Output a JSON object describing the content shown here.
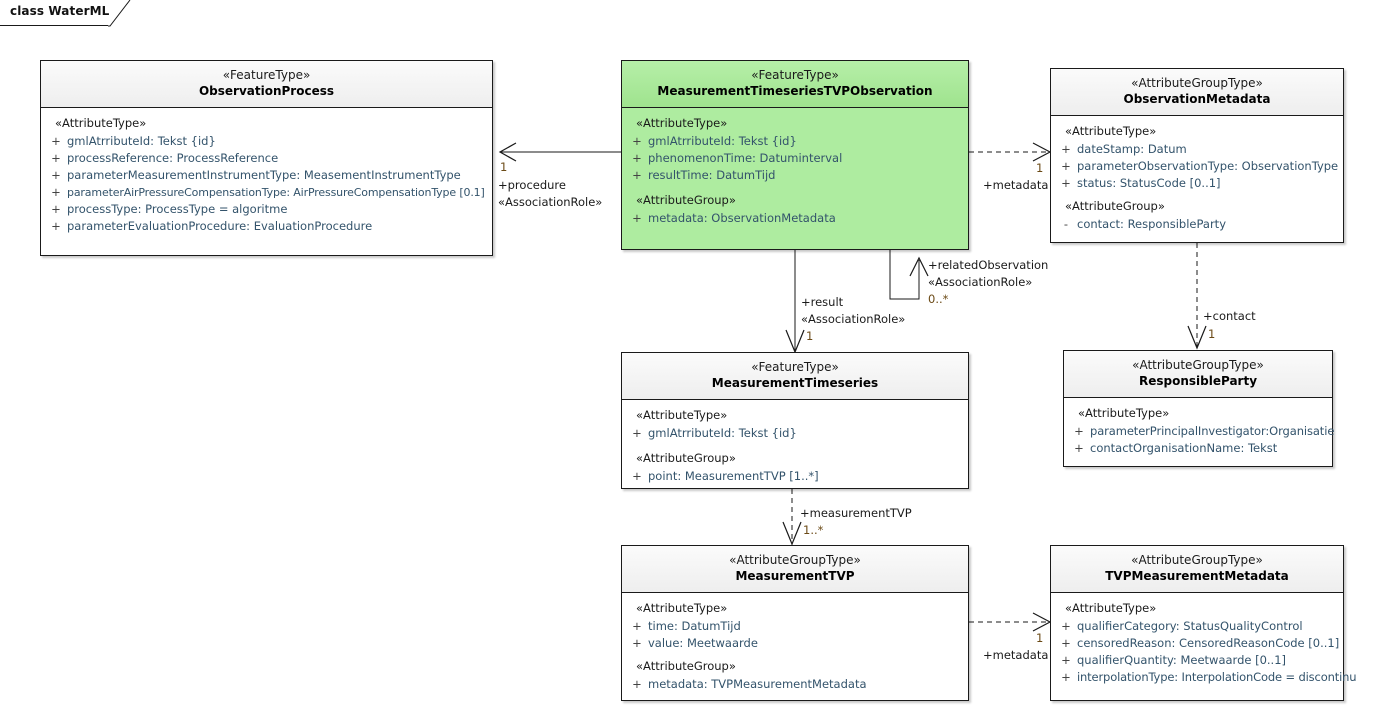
{
  "diagram": {
    "tab_label": "class WaterML",
    "accent_color": "#aeeca0",
    "text_color": "#33536b",
    "border_color": "#1a1a1a"
  },
  "classes": {
    "observation_process": {
      "stereotype": "«FeatureType»",
      "name": "ObservationProcess",
      "groups": [
        {
          "label": "«AttributeType»",
          "attributes": [
            {
              "vis": "+",
              "text": "gmlAtrributeId: Tekst {id}"
            },
            {
              "vis": "+",
              "text": "processReference: ProcessReference"
            },
            {
              "vis": "+",
              "text": "parameterMeasurementInstrumentType: MeasementInstrumentType"
            },
            {
              "vis": "+",
              "text": "parameterAirPressureCompensationType: AirPressureCompensationType [0.1]"
            },
            {
              "vis": "+",
              "text": "processType: ProcessType = algoritme"
            },
            {
              "vis": "+",
              "text": "parameterEvaluationProcedure: EvaluationProcedure"
            }
          ]
        }
      ]
    },
    "mts_tvp_observation": {
      "stereotype": "«FeatureType»",
      "name": "MeasurementTimeseriesTVPObservation",
      "groups": [
        {
          "label": "«AttributeType»",
          "attributes": [
            {
              "vis": "+",
              "text": "gmlAtrributeId: Tekst {id}"
            },
            {
              "vis": "+",
              "text": "phenomenonTime: Datuminterval"
            },
            {
              "vis": "+",
              "text": "resultTime: DatumTijd"
            }
          ]
        },
        {
          "label": "«AttributeGroup»",
          "attributes": [
            {
              "vis": "+",
              "text": "metadata: ObservationMetadata"
            }
          ]
        }
      ]
    },
    "observation_metadata": {
      "stereotype": "«AttributeGroupType»",
      "name": "ObservationMetadata",
      "groups": [
        {
          "label": "«AttributeType»",
          "attributes": [
            {
              "vis": "+",
              "text": "dateStamp: Datum"
            },
            {
              "vis": "+",
              "text": "parameterObservationType: ObservationType"
            },
            {
              "vis": "+",
              "text": "status: StatusCode [0..1]"
            }
          ]
        },
        {
          "label": "«AttributeGroup»",
          "attributes": [
            {
              "vis": "-",
              "text": "contact: ResponsibleParty"
            }
          ]
        }
      ]
    },
    "measurement_timeseries": {
      "stereotype": "«FeatureType»",
      "name": "MeasurementTimeseries",
      "groups": [
        {
          "label": "«AttributeType»",
          "attributes": [
            {
              "vis": "+",
              "text": "gmlAtrributeId: Tekst {id}"
            }
          ]
        },
        {
          "label": "«AttributeGroup»",
          "attributes": [
            {
              "vis": "+",
              "text": "point: MeasurementTVP [1..*]"
            }
          ]
        }
      ]
    },
    "responsible_party": {
      "stereotype": "«AttributeGroupType»",
      "name": "ResponsibleParty",
      "groups": [
        {
          "label": "«AttributeType»",
          "attributes": [
            {
              "vis": "+",
              "text": "parameterPrincipalInvestigator:Organisatie"
            },
            {
              "vis": "+",
              "text": "contactOrganisationName: Tekst"
            }
          ]
        }
      ]
    },
    "measurement_tvp": {
      "stereotype": "«AttributeGroupType»",
      "name": "MeasurementTVP",
      "groups": [
        {
          "label": "«AttributeType»",
          "attributes": [
            {
              "vis": "+",
              "text": "time: DatumTijd"
            },
            {
              "vis": "+",
              "text": "value: Meetwaarde"
            }
          ]
        },
        {
          "label": "«AttributeGroup»",
          "attributes": [
            {
              "vis": "+",
              "text": "metadata: TVPMeasurementMetadata"
            }
          ]
        }
      ]
    },
    "tvp_measurement_metadata": {
      "stereotype": "«AttributeGroupType»",
      "name": "TVPMeasurementMetadata",
      "groups": [
        {
          "label": "«AttributeType»",
          "attributes": [
            {
              "vis": "+",
              "text": "qualifierCategory: StatusQualityControl"
            },
            {
              "vis": "+",
              "text": "censoredReason: CensoredReasonCode [0..1]"
            },
            {
              "vis": "+",
              "text": "qualifierQuantity: Meetwaarde [0..1]"
            },
            {
              "vis": "+",
              "text": "interpolationType: InterpolationCode = discontinu"
            }
          ]
        }
      ]
    }
  },
  "connectors": {
    "procedure": {
      "multiplicity": "1",
      "role": "+procedure",
      "stereotype": "«AssociationRole»"
    },
    "metadata_top": {
      "multiplicity": "1",
      "role": "+metadata"
    },
    "related_observation": {
      "role": "+relatedObservation",
      "stereotype": "«AssociationRole»",
      "multiplicity": "0..*"
    },
    "result": {
      "role": "+result",
      "stereotype": "«AssociationRole»",
      "multiplicity": "1"
    },
    "contact": {
      "role": "+contact",
      "multiplicity": "1"
    },
    "measurement_tvp_link": {
      "role": "+measurementTVP",
      "multiplicity": "1..*"
    },
    "metadata_bottom": {
      "multiplicity": "1",
      "role": "+metadata"
    }
  }
}
